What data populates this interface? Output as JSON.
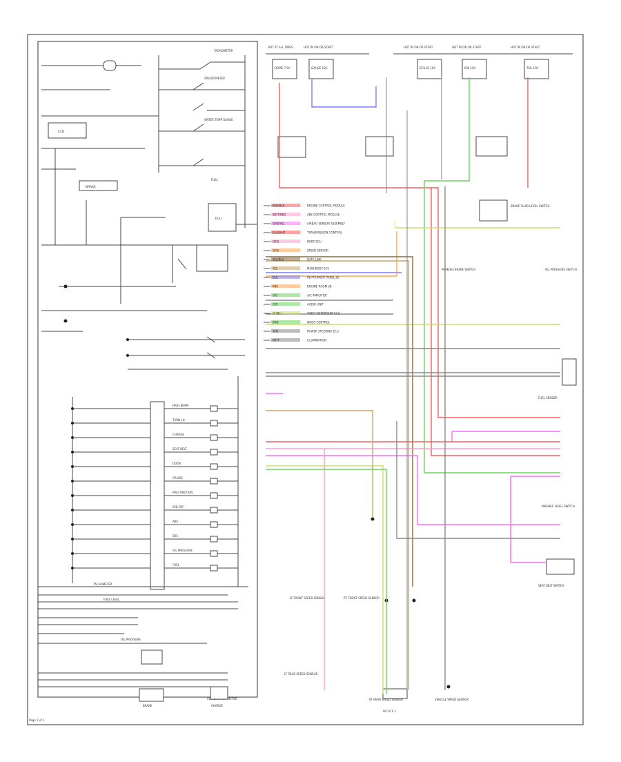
{
  "diagram": {
    "left_panel_title": "COMBINATION METER",
    "footer_code": "Page 1 of 1",
    "right_bottom_code": "W 0 0 0 1",
    "colors": {
      "red": "#ff5a5a",
      "blue": "#7a7aff",
      "green": "#6ad65a",
      "yellow_green": "#c8e06a",
      "magenta": "#ff6aff",
      "pink": "#ff9bd0",
      "orange": "#ffa050",
      "tan": "#c9a46a",
      "brown": "#8a6a3a",
      "light_yellow": "#f2f28a",
      "gray": "#888888"
    },
    "switch_labels": [
      "TACHOMETER",
      "SPEEDOMETER",
      "WATER TEMP GAUGE",
      "FUEL"
    ],
    "meter_inner_labels": [
      "LCD",
      "BRAKE",
      "ECU"
    ],
    "indicator_labels": [
      "HIGH BEAM",
      "TURN LH",
      "CHARGE",
      "SEAT BELT",
      "DOOR",
      "CRUISE",
      "MALFUNCTION",
      "O/D OFF",
      "ABS",
      "SRS",
      "OIL PRESSURE",
      "FUEL"
    ],
    "bottom_labels": [
      "TACHOMETER",
      "FUEL LEVEL",
      "OIL PRESSURE",
      "BRAKE",
      "CHARGE"
    ],
    "top_fuses": [
      "HOT AT ALL TIMES",
      "HOT IN ON OR START",
      "HOT IN ON OR START",
      "HOT IN ON OR START",
      "HOT IN ON OR START"
    ],
    "fuse_names": [
      "DOME 7.5A",
      "GAUGE 10A",
      "ECU-IG 10A",
      "IGN 10A",
      "TAIL 10A"
    ],
    "connector_labels": [
      "ENGINE CONTROL MODULE",
      "ABS CONTROL MODULE",
      "AIRBAG SENSOR ASSEMBLY",
      "TRANSMISSION CONTROL",
      "BODY ECU",
      "SPEED SENSOR",
      "DATA LINK",
      "MAIN BODY ECU",
      "INSTRUMENT PANEL J/B",
      "ENGINE ROOM J/B",
      "A/C AMPLIFIER",
      "AUDIO UNIT",
      "THEFT DETERRENT ECU",
      "DOOR CONTROL",
      "POWER STEERING ECU",
      "ILLUMINATION"
    ],
    "wire_codes": [
      "RED/BLK",
      "WHT/RED",
      "GRN/YEL",
      "BLU/WHT",
      "ORN",
      "GRN",
      "YEL/BLK",
      "YEL",
      "BLK",
      "PNK",
      "VIO",
      "GRY",
      "LT BLU",
      "BRN",
      "TAN",
      "WHT"
    ],
    "right_labels": [
      "BRAKE FLUID LEVEL SWITCH",
      "PARKING BRAKE SWITCH",
      "OIL PRESSURE SWITCH",
      "FUEL SENDER",
      "WASHER LEVEL SWITCH",
      "SEAT BELT SWITCH"
    ],
    "bottom_components": [
      "LT FRONT SPEED SENSOR",
      "RT FRONT SPEED SENSOR",
      "LT REAR SPEED SENSOR",
      "RT REAR SPEED SENSOR",
      "VEHICLE SPEED SENSOR"
    ]
  }
}
